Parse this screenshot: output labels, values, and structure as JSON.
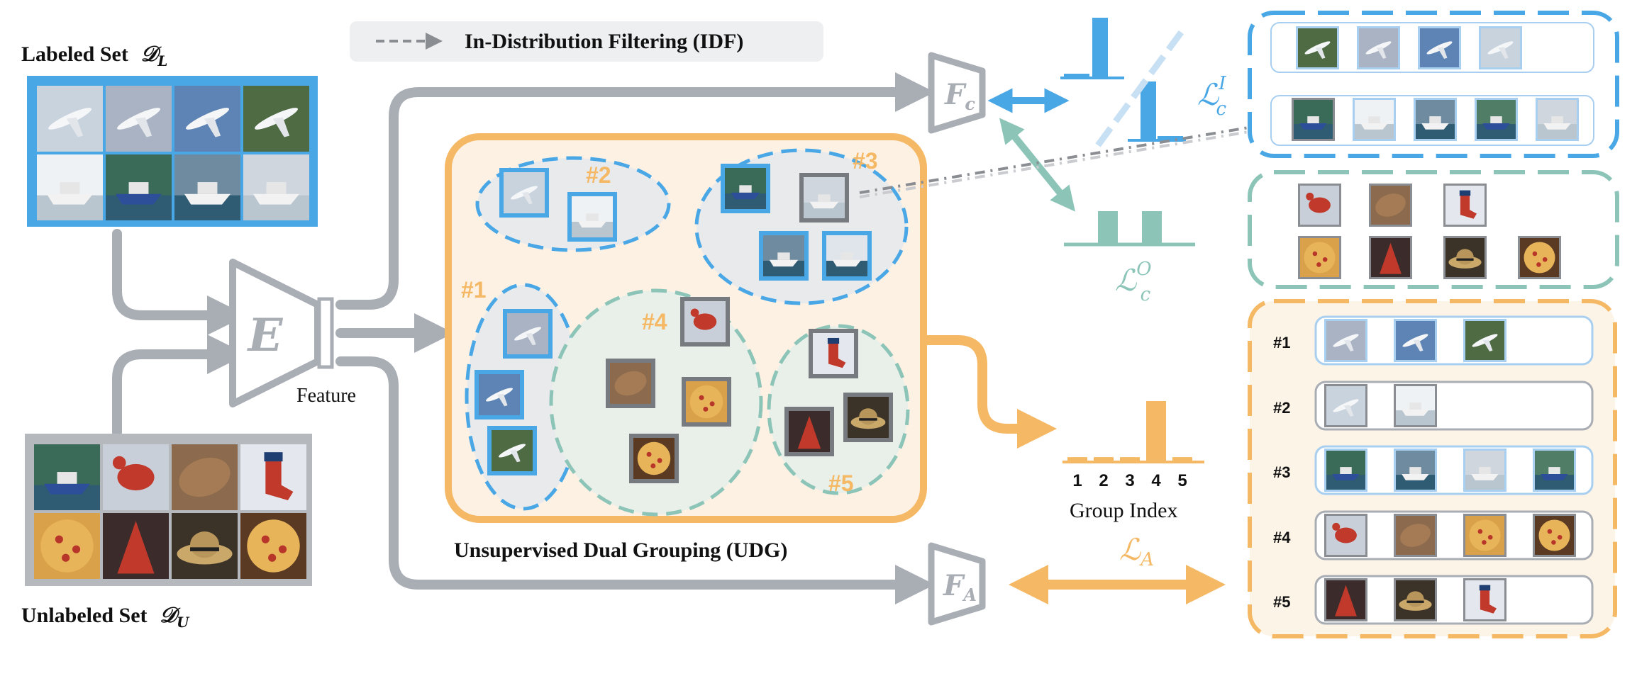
{
  "labeled_set": {
    "label": "Labeled Set",
    "symbol": "𝒟",
    "subscript": "L",
    "images": [
      "airplane",
      "airliner",
      "fighter-jet",
      "jet",
      "ship",
      "boat",
      "speedboat",
      "yacht"
    ]
  },
  "unlabeled_set": {
    "label": "Unlabeled Set",
    "symbol": "𝒟",
    "subscript": "U",
    "images": [
      "boat",
      "lobster",
      "bread",
      "stocking",
      "pizza",
      "dress",
      "hat",
      "pizza-2"
    ]
  },
  "encoder": {
    "label": "E",
    "feature_label": "Feature"
  },
  "legend": {
    "text": "In-Distribution Filtering (IDF)"
  },
  "heads": {
    "fc": {
      "main": "F",
      "sub": "c"
    },
    "fa": {
      "main": "F",
      "sub": "A"
    }
  },
  "udg": {
    "title": "Unsupervised Dual Grouping (UDG)",
    "clusters": [
      {
        "tag": "#1",
        "images": [
          "airliner",
          "fighter-jet",
          "jet"
        ]
      },
      {
        "tag": "#2",
        "images": [
          "airplane",
          "ship"
        ]
      },
      {
        "tag": "#3",
        "images": [
          "boat",
          "yacht",
          "speedboat",
          "ship-2"
        ]
      },
      {
        "tag": "#4",
        "images": [
          "lobster",
          "bread",
          "pizza",
          "pizza-2"
        ]
      },
      {
        "tag": "#5",
        "images": [
          "stocking",
          "dress",
          "hat"
        ]
      }
    ]
  },
  "losses": {
    "lci": {
      "main": "ℒ",
      "sub": "c",
      "sup": "I"
    },
    "lco": {
      "main": "ℒ",
      "sub": "c",
      "sup": "O"
    },
    "la": {
      "main": "ℒ",
      "sub": "A"
    }
  },
  "group_hist": {
    "x_label": "Group Index",
    "ticks": [
      "1",
      "2",
      "3",
      "4",
      "5"
    ],
    "values": [
      0.08,
      0.08,
      0.08,
      1.0,
      0.08
    ]
  },
  "right_panels": {
    "blue_rows": [
      [
        "jet",
        "airliner",
        "fighter-jet",
        "airplane"
      ],
      [
        "boat",
        "ship",
        "speedboat",
        "boat-2",
        "yacht"
      ]
    ],
    "teal_rows": [
      [
        "lobster",
        "bread",
        "stocking"
      ],
      [
        "pizza",
        "dress",
        "hat",
        "pizza-2"
      ]
    ],
    "orange_rows": [
      {
        "tag": "#1",
        "images": [
          "airliner",
          "fighter-jet",
          "jet"
        ]
      },
      {
        "tag": "#2",
        "images": [
          "airplane",
          "ship"
        ]
      },
      {
        "tag": "#3",
        "images": [
          "boat",
          "speedboat",
          "yacht",
          "boat-2"
        ]
      },
      {
        "tag": "#4",
        "images": [
          "lobster",
          "bread",
          "pizza",
          "pizza-2"
        ]
      },
      {
        "tag": "#5",
        "images": [
          "dress",
          "hat",
          "stocking"
        ]
      }
    ]
  },
  "colors": {
    "blue": "#4aa7e6",
    "blue_light": "#a9cff0",
    "teal": "#8cc5b8",
    "orange": "#f5b865",
    "orange_fill": "#fdf1e4",
    "gray": "#a9adb4",
    "gray_light": "#e8eaec"
  }
}
